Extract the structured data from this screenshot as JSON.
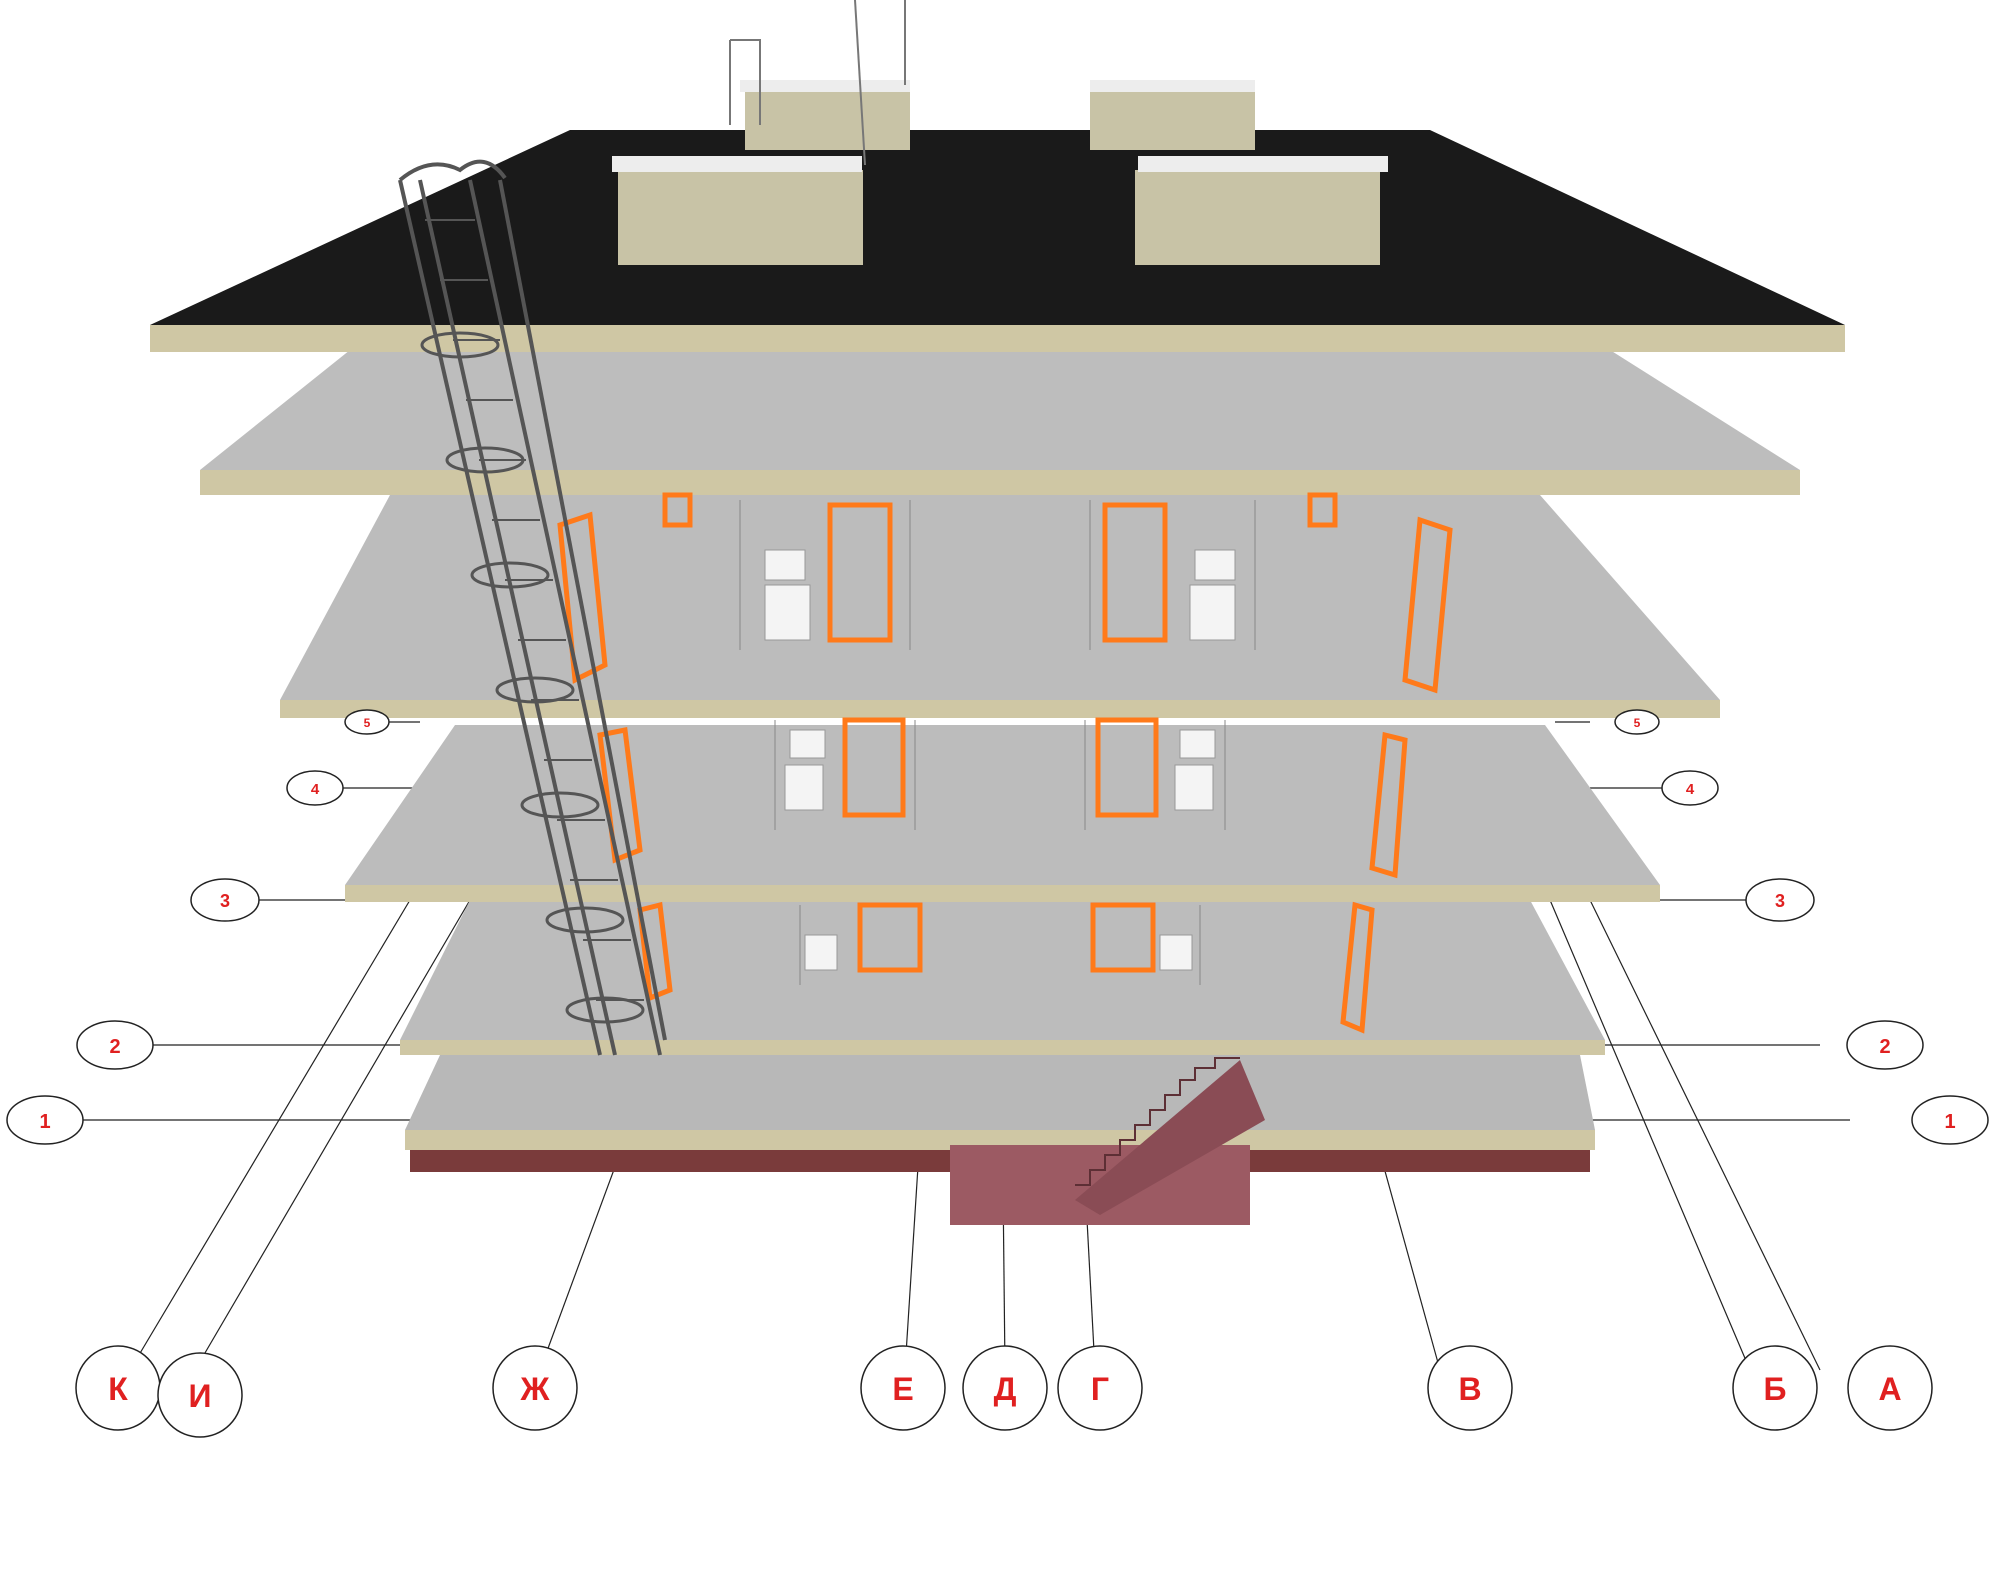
{
  "colors": {
    "roof": "#1a1a1a",
    "slab_top": "#b9b9b9",
    "slab_edge": "#cfc7a4",
    "parapet": "#c8c3a6",
    "ladder": "#555555",
    "door": "#ff7a1a",
    "axis_line": "#222222",
    "axis_label": "#e02020",
    "base": "#7a3b3b",
    "stair": "#9c5a63"
  },
  "axes": {
    "levels_left": [
      "1",
      "2",
      "3",
      "4",
      "5"
    ],
    "levels_right": [
      "1",
      "2",
      "3",
      "4",
      "5"
    ],
    "letters": [
      "К",
      "И",
      "Ж",
      "Е",
      "Д",
      "Г",
      "В",
      "Б",
      "А"
    ]
  },
  "icons": {
    "ladder": "cage-ladder-icon",
    "door": "door-frame-icon",
    "stair": "stair-icon"
  }
}
